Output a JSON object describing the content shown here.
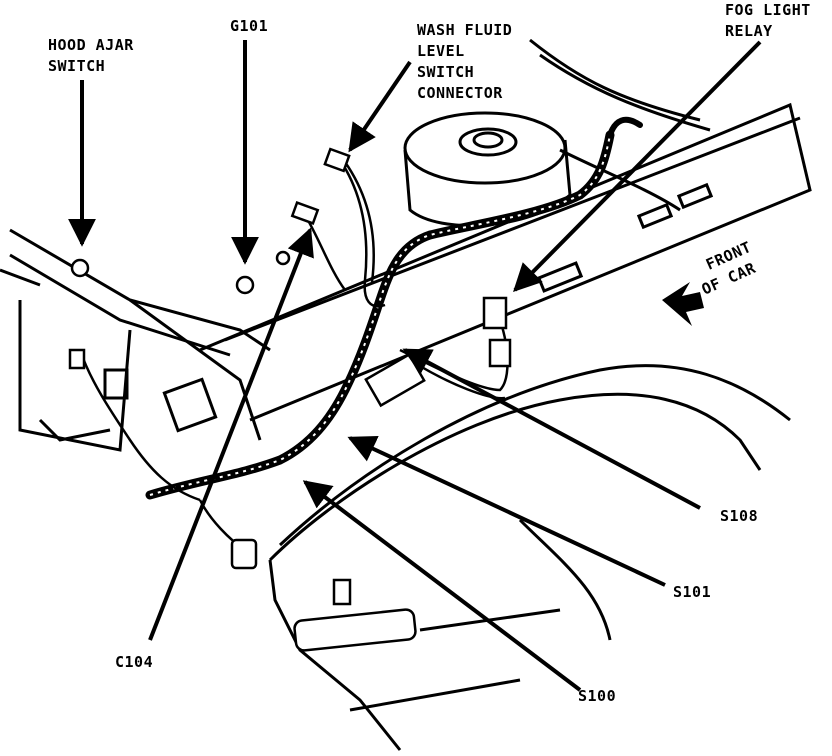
{
  "callouts": {
    "hood_ajar_switch": [
      "HOOD AJAR",
      "SWITCH"
    ],
    "g101": "G101",
    "wash_fluid_level_switch_connector": [
      "WASH FLUID",
      "LEVEL",
      "SWITCH",
      "CONNECTOR"
    ],
    "fog_light_relay": [
      "FOG LIGHT",
      "RELAY"
    ],
    "front_of_car": [
      "FRONT",
      "OF CAR"
    ],
    "s108": "S108",
    "s101": "S101",
    "c104": "C104",
    "s100": "S100"
  }
}
